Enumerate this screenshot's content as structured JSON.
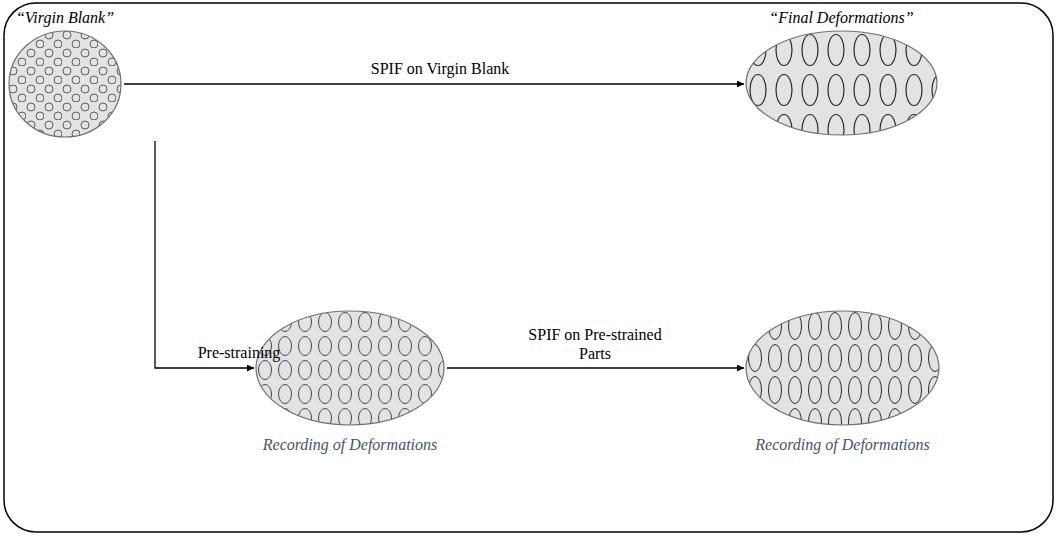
{
  "diagram": {
    "nodes": [
      {
        "text": [
          "“Virgin Blank”"
        ]
      },
      {
        "text": [
          "“Final Deformations”"
        ]
      },
      {
        "text": [
          "Recording of Deformations"
        ]
      },
      {
        "text": [
          "Recording of Deformations"
        ]
      }
    ],
    "edges": [
      {
        "from": 0,
        "to": 1,
        "arrow": "to",
        "label": "SPIF on Virgin Blank"
      },
      {
        "from": 0,
        "to": 2,
        "arrow": "to",
        "label": "Pre-straining"
      },
      {
        "from": 2,
        "to": 3,
        "arrow": "to",
        "label": "SPIF on Pre-strained Parts"
      }
    ]
  }
}
